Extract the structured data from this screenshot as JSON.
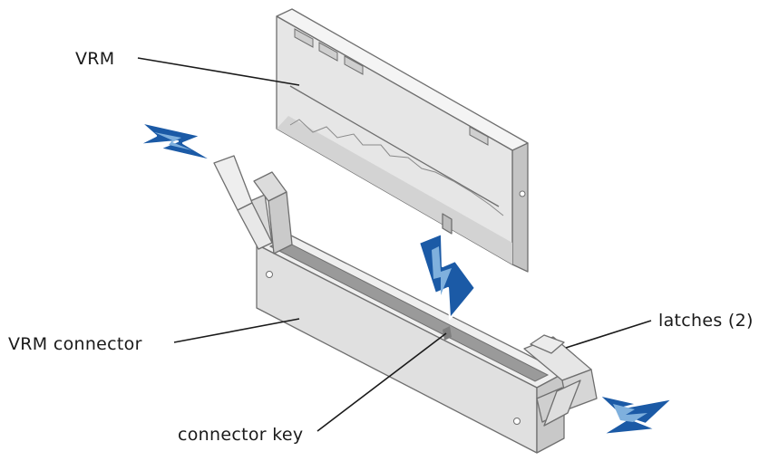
{
  "labels": {
    "vrm": "VRM",
    "vrm_connector": "VRM connector",
    "latches": "latches (2)",
    "connector_key": "connector key"
  },
  "colors": {
    "arrow_blue": "#1b5aa6",
    "arrow_light": "#7fb0dd",
    "part_light": "#ececec",
    "part_mid": "#d6d6d6",
    "part_dark": "#b9b9b9",
    "outline": "#6f6f6f"
  },
  "icons": {
    "push_arrows": "blue-lightning-arrow-icon"
  }
}
